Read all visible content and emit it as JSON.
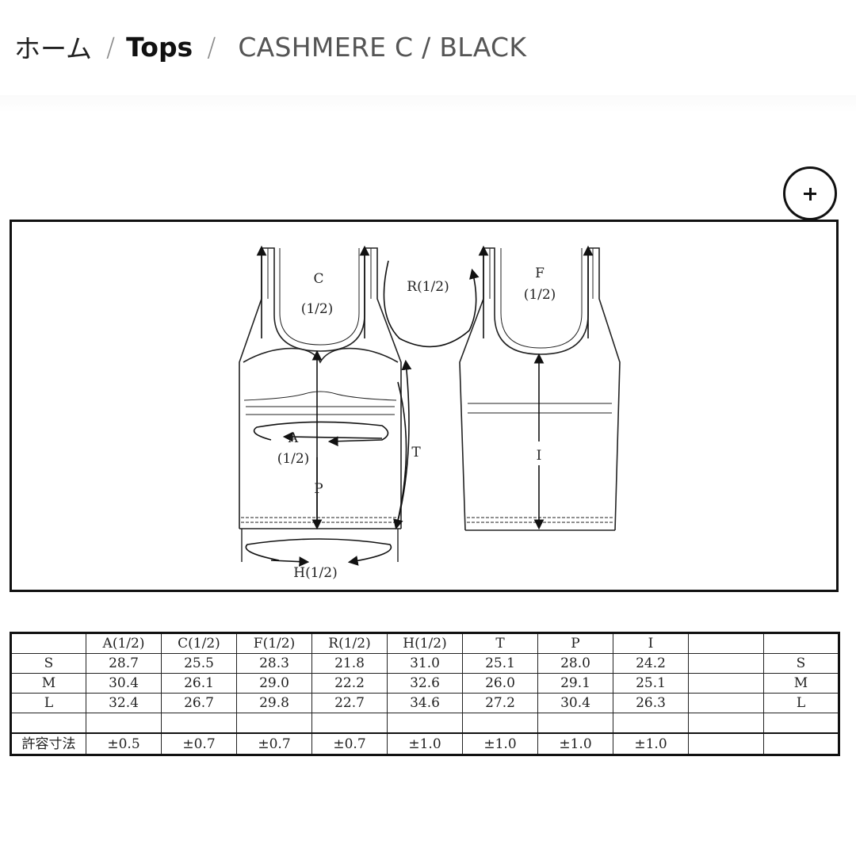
{
  "breadcrumb": {
    "home": "ホーム",
    "separator": "/",
    "category": "Tops",
    "current": "CASHMERE C / BLACK"
  },
  "zoom_button": {
    "icon": "plus-icon",
    "label": "+"
  },
  "diagram": {
    "labels": {
      "c": "C",
      "c_half": "(1/2)",
      "r": "R(1/2)",
      "f": "F",
      "f_half": "(1/2)",
      "a": "A",
      "a_half": "(1/2)",
      "p": "P",
      "t": "T",
      "i": "I",
      "h": "H(1/2)"
    }
  },
  "size_table": {
    "columns": [
      "",
      "A(1/2)",
      "C(1/2)",
      "F(1/2)",
      "R(1/2)",
      "H(1/2)",
      "T",
      "P",
      "I",
      "",
      ""
    ],
    "rows": [
      {
        "label": "S",
        "values": [
          "28.7",
          "25.5",
          "28.3",
          "21.8",
          "31.0",
          "25.1",
          "28.0",
          "24.2",
          ""
        ],
        "end": "S"
      },
      {
        "label": "M",
        "values": [
          "30.4",
          "26.1",
          "29.0",
          "22.2",
          "32.6",
          "26.0",
          "29.1",
          "25.1",
          ""
        ],
        "end": "M"
      },
      {
        "label": "L",
        "values": [
          "32.4",
          "26.7",
          "29.8",
          "22.7",
          "34.6",
          "27.2",
          "30.4",
          "26.3",
          ""
        ],
        "end": "L"
      },
      {
        "label": "",
        "values": [
          "",
          "",
          "",
          "",
          "",
          "",
          "",
          "",
          ""
        ],
        "end": ""
      }
    ],
    "tolerance": {
      "label": "許容寸法",
      "values": [
        "±0.5",
        "±0.7",
        "±0.7",
        "±0.7",
        "±1.0",
        "±1.0",
        "±1.0",
        "±1.0",
        ""
      ],
      "end": ""
    }
  }
}
